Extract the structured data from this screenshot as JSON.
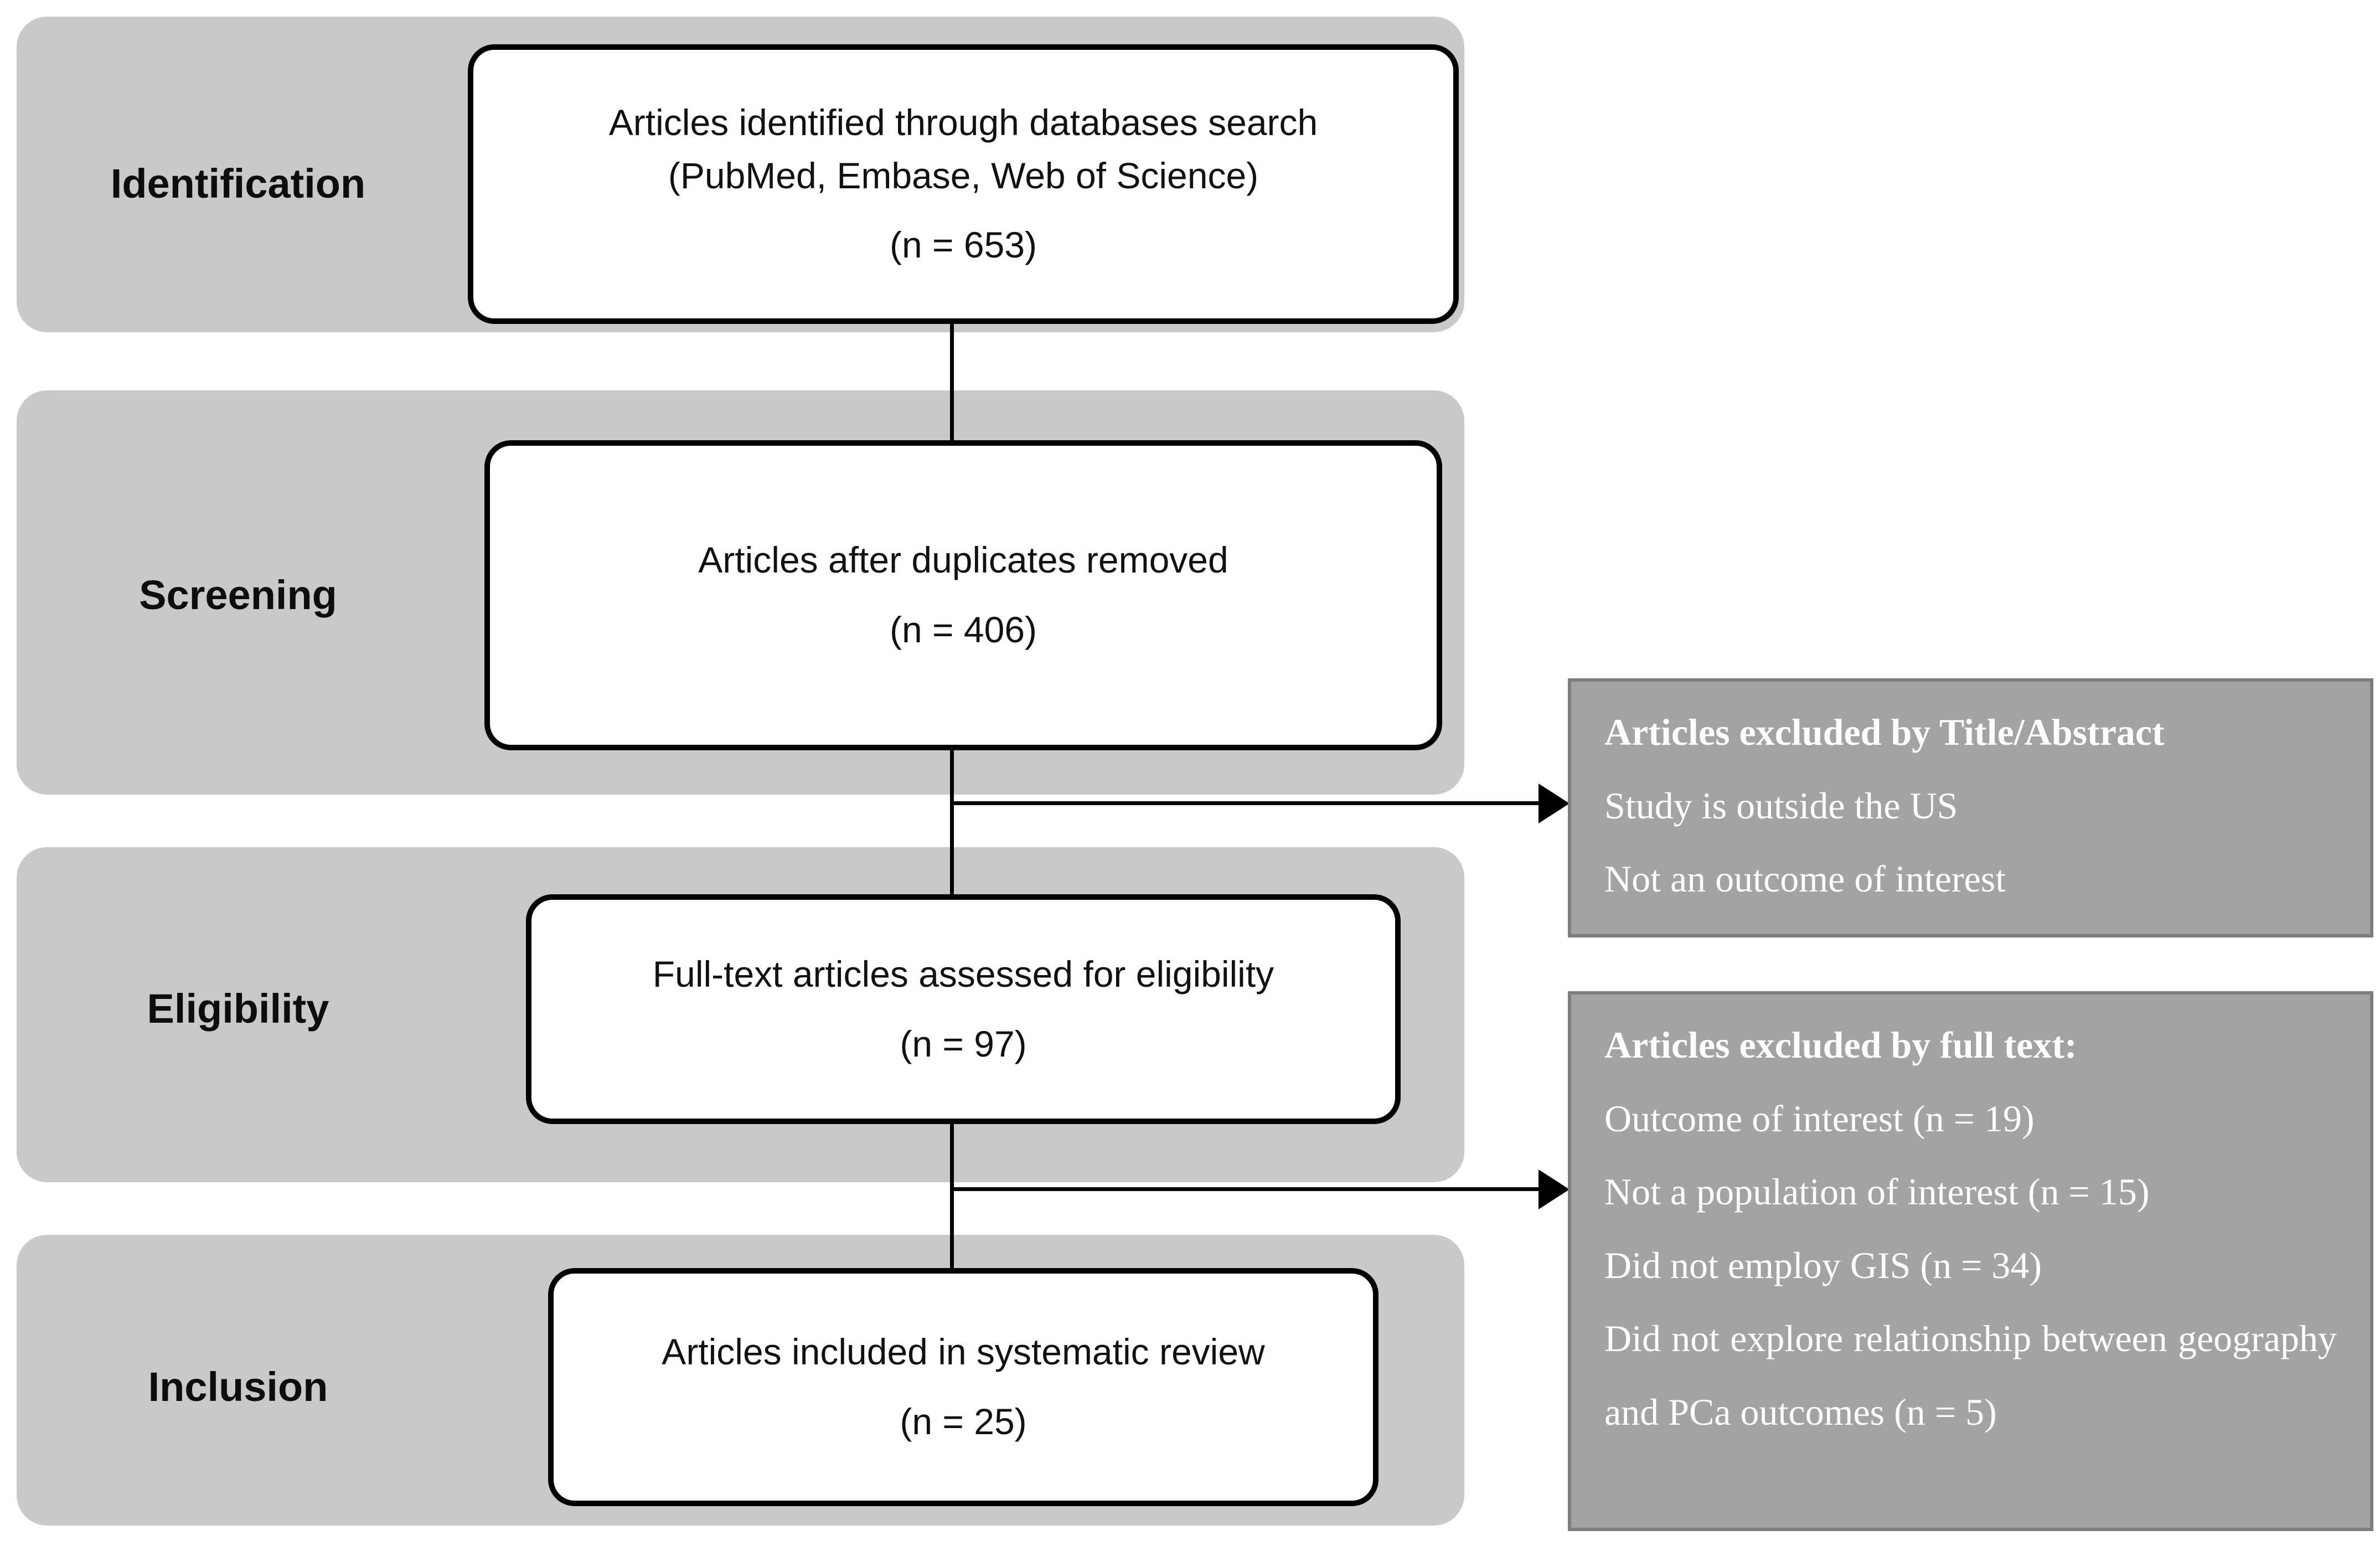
{
  "flow": {
    "stages": [
      {
        "label": "Identification"
      },
      {
        "label": "Screening"
      },
      {
        "label": "Eligibility"
      },
      {
        "label": "Inclusion"
      }
    ],
    "main_boxes": [
      {
        "line1": "Articles identified through databases search",
        "line2": "(PubMed, Embase, Web of Science)",
        "count": "(n = 653)"
      },
      {
        "line1": "Articles after duplicates removed",
        "count": "(n = 406)"
      },
      {
        "line1": "Full-text articles assessed for eligibility",
        "count": "(n = 97)"
      },
      {
        "line1": "Articles included in systematic review",
        "count": "(n = 25)"
      }
    ],
    "exclusion_boxes": [
      {
        "title": "Articles excluded by Title/Abstract",
        "items": [
          "Study is outside the US",
          "Not an outcome of interest"
        ]
      },
      {
        "title": "Articles excluded by full text:",
        "items": [
          "Outcome of interest (n = 19)",
          "Not a population of interest (n = 15)",
          "Did not employ GIS (n = 34)",
          "Did not explore relationship between geography and PCa outcomes (n = 5)"
        ]
      }
    ],
    "colors": {
      "stage_band": "#c9c9c9",
      "exclusion_fill": "#a3a3a3",
      "exclusion_border": "#7d7d7d",
      "flow_box_fill": "#ffffff",
      "flow_box_border": "#000000",
      "text_dark": "#111111",
      "text_light": "#ffffff"
    }
  }
}
